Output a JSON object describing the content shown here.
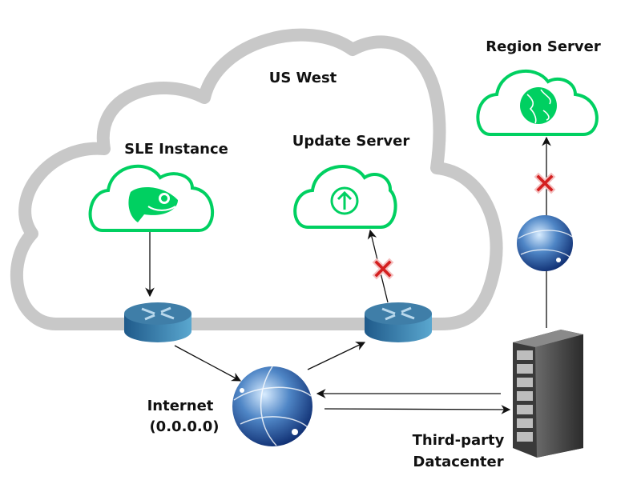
{
  "labels": {
    "region": "US West",
    "sle_instance": "SLE Instance",
    "update_server": "Update Server",
    "region_server": "Region Server",
    "internet": "Internet",
    "internet_ip": "(0.0.0.0)",
    "datacenter_line1": "Third-party",
    "datacenter_line2": "Datacenter"
  },
  "colors": {
    "cloud_outline": "#c8c8c8",
    "service_cloud": "#00d061",
    "router": "#2f6d9a",
    "blocked_x": "#d42020"
  },
  "icons": [
    "suse-chameleon-icon",
    "upload-arrow-icon",
    "globe-icon",
    "router-icon",
    "internet-globe-icon",
    "server-rack-icon",
    "blocked-x-icon"
  ]
}
